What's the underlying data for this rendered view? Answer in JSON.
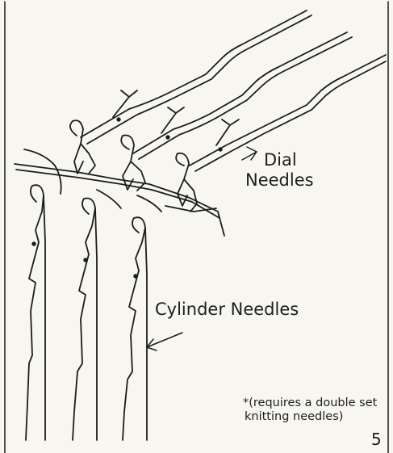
{
  "labels": {
    "dial_line1": "Dial",
    "dial_line2": "Needles",
    "cylinder": "Cylinder Needles",
    "note_line1": "*(requires a double set",
    "note_line2": "knitting needles)"
  },
  "page_number": "5",
  "colors": {
    "paper": "#f7f6f0",
    "ink": "#1c1c1c"
  }
}
